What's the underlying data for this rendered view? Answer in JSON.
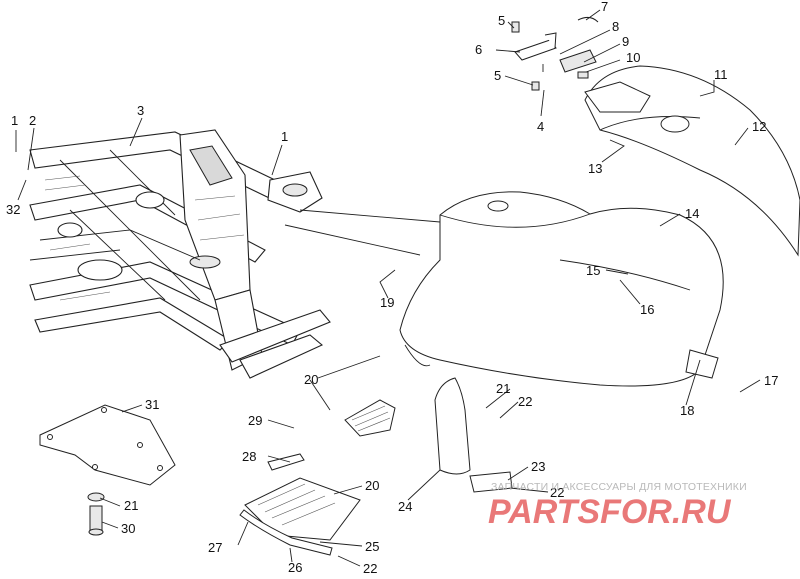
{
  "callouts": [
    {
      "id": "c1a",
      "text": "1"
    },
    {
      "id": "c2",
      "text": "2"
    },
    {
      "id": "c3",
      "text": "3"
    },
    {
      "id": "c1b",
      "text": "1"
    },
    {
      "id": "c32",
      "text": "32"
    },
    {
      "id": "c5a",
      "text": "5"
    },
    {
      "id": "c6",
      "text": "6"
    },
    {
      "id": "c7",
      "text": "7"
    },
    {
      "id": "c8",
      "text": "8"
    },
    {
      "id": "c9",
      "text": "9"
    },
    {
      "id": "c10",
      "text": "10"
    },
    {
      "id": "c5b",
      "text": "5"
    },
    {
      "id": "c4",
      "text": "4"
    },
    {
      "id": "c11",
      "text": "11"
    },
    {
      "id": "c12",
      "text": "12"
    },
    {
      "id": "c13",
      "text": "13"
    },
    {
      "id": "c14",
      "text": "14"
    },
    {
      "id": "c15",
      "text": "15"
    },
    {
      "id": "c16",
      "text": "16"
    },
    {
      "id": "c19",
      "text": "19"
    },
    {
      "id": "c17",
      "text": "17"
    },
    {
      "id": "c18",
      "text": "18"
    },
    {
      "id": "c20a",
      "text": "20"
    },
    {
      "id": "c21a",
      "text": "21"
    },
    {
      "id": "c22a",
      "text": "22"
    },
    {
      "id": "c31",
      "text": "31"
    },
    {
      "id": "c29",
      "text": "29"
    },
    {
      "id": "c28",
      "text": "28"
    },
    {
      "id": "c23",
      "text": "23"
    },
    {
      "id": "c20b",
      "text": "20"
    },
    {
      "id": "c22b",
      "text": "22"
    },
    {
      "id": "c21b",
      "text": "21"
    },
    {
      "id": "c24",
      "text": "24"
    },
    {
      "id": "c30",
      "text": "30"
    },
    {
      "id": "c27",
      "text": "27"
    },
    {
      "id": "c25",
      "text": "25"
    },
    {
      "id": "c26",
      "text": "26"
    },
    {
      "id": "c22c",
      "text": "22"
    }
  ],
  "watermark": {
    "subtitle": "ЗАПЧАСТИ И АКСЕССУАРЫ ДЛЯ МОТОТЕХНИКИ",
    "logo": "PARTSFOR.RU",
    "color": "#e24b4b"
  }
}
